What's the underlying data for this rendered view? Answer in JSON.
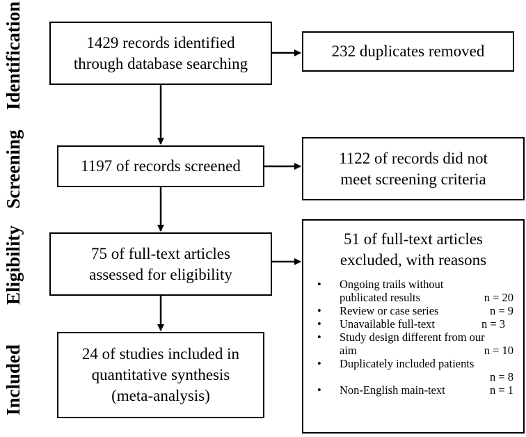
{
  "phases": [
    "Identification",
    "Screening",
    "Eligibility",
    "Included"
  ],
  "boxes": {
    "identified": [
      "1429 records identified",
      "through database searching"
    ],
    "duplicates": [
      "232 duplicates removed"
    ],
    "screened": [
      "1197 of records screened"
    ],
    "screen_excluded": [
      "1122 of records did not",
      "meet screening criteria"
    ],
    "assessed": [
      "75 of full-text articles",
      "assessed for eligibility"
    ],
    "included": [
      "24 of studies included in",
      "quantitative synthesis",
      "(meta-analysis)"
    ]
  },
  "exclusions": {
    "heading": [
      "51 of full-text articles",
      "excluded, with reasons"
    ],
    "bullet": "•",
    "reasons": [
      {
        "line1": "Ongoing trails without",
        "line2": "publicated results",
        "n": "n = 20"
      },
      {
        "line1": "Review or case series",
        "n": "n = 9"
      },
      {
        "line1": "Unavailable full-text",
        "n": "n = 3"
      },
      {
        "line1": "Study design different from our",
        "line2": "aim",
        "n": "n = 10"
      },
      {
        "line1": "Duplicately included patients",
        "line2": "",
        "n": "n = 8"
      },
      {
        "line1": "Non-English main-text",
        "n": "n = 1"
      }
    ]
  }
}
